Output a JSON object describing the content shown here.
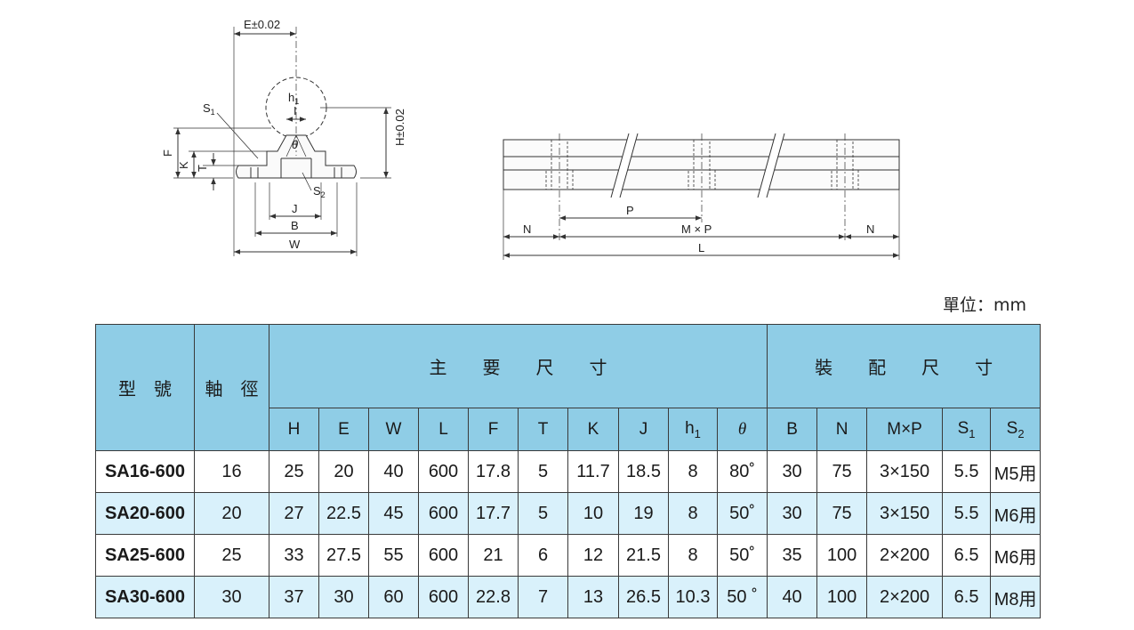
{
  "drawing_left": {
    "labels": {
      "e": "E",
      "e_tol": "±0.02",
      "h1": "h",
      "h1_sub": "1",
      "s1": "S",
      "s1_sub": "1",
      "f": "F",
      "k": "K",
      "t": "T",
      "theta": "θ",
      "s2": "S",
      "s2_sub": "2",
      "j": "J",
      "b": "B",
      "w": "W",
      "h": "H",
      "h_tol": "±0.02",
      "i": "I"
    }
  },
  "drawing_right": {
    "labels": {
      "p": "P",
      "n_left": "N",
      "mp": "M × P",
      "n_right": "N",
      "l": "L"
    }
  },
  "unit_label": "單位：mm",
  "table": {
    "header": {
      "model": "型　號",
      "shaft": "軸　徑",
      "main_dims": "主　　要　　尺　　寸",
      "mount_dims": "裝　　配　　尺　　寸"
    },
    "subheaders": {
      "H": "H",
      "E": "E",
      "W": "W",
      "L": "L",
      "F": "F",
      "T": "T",
      "K": "K",
      "J": "J",
      "h1": "h",
      "h1_sub": "1",
      "theta": "θ",
      "B": "B",
      "N": "N",
      "MP": "M×P",
      "S1": "S",
      "S1_sub": "1",
      "S2": "S",
      "S2_sub": "2"
    },
    "rows": [
      {
        "model": "SA16-600",
        "shaft": "16",
        "H": "25",
        "E": "20",
        "W": "40",
        "L": "600",
        "F": "17.8",
        "T": "5",
        "K": "11.7",
        "J": "18.5",
        "h1": "8",
        "theta": "80˚",
        "B": "30",
        "N": "75",
        "MP": "3×150",
        "S1": "5.5",
        "S2": "M5用"
      },
      {
        "model": "SA20-600",
        "shaft": "20",
        "H": "27",
        "E": "22.5",
        "W": "45",
        "L": "600",
        "F": "17.7",
        "T": "5",
        "K": "10",
        "J": "19",
        "h1": "8",
        "theta": "50˚",
        "B": "30",
        "N": "75",
        "MP": "3×150",
        "S1": "5.5",
        "S2": "M6用"
      },
      {
        "model": "SA25-600",
        "shaft": "25",
        "H": "33",
        "E": "27.5",
        "W": "55",
        "L": "600",
        "F": "21",
        "T": "6",
        "K": "12",
        "J": "21.5",
        "h1": "8",
        "theta": "50˚",
        "B": "35",
        "N": "100",
        "MP": "2×200",
        "S1": "6.5",
        "S2": "M6用"
      },
      {
        "model": "SA30-600",
        "shaft": "30",
        "H": "37",
        "E": "30",
        "W": "60",
        "L": "600",
        "F": "22.8",
        "T": "7",
        "K": "13",
        "J": "26.5",
        "h1": "10.3",
        "theta": "50 ˚",
        "B": "40",
        "N": "100",
        "MP": "2×200",
        "S1": "6.5",
        "S2": "M8用"
      }
    ]
  }
}
